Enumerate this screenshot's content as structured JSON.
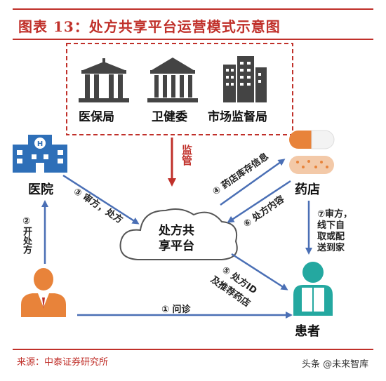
{
  "title": "图表 13：处方共享平台运营模式示意图",
  "source": "来源：中泰证券研究所",
  "watermark": "头条 @未来智库",
  "regulators": [
    {
      "label": "医保局",
      "icon": "government-building-icon"
    },
    {
      "label": "卫健委",
      "icon": "classical-building-icon"
    },
    {
      "label": "市场监督局",
      "icon": "office-tower-icon"
    }
  ],
  "supervise": "监管",
  "hospital": "医院",
  "pharmacy": "药店",
  "patient": "患者",
  "platform": {
    "line1": "处方共",
    "line2": "享平台"
  },
  "flows": {
    "f1": "① 问诊",
    "f2": "②开处方",
    "f3": "③ 审方，处方",
    "f4": "④ 药店库存信息",
    "f5_line1": "⑤ 处方ID",
    "f5_line2": "及推荐药店",
    "f6": "⑥ 处方内容",
    "f7_line1": "⑦审方，",
    "f7_line2": "线下自",
    "f7_line3": "取或配",
    "f7_line4": "送到家"
  },
  "colors": {
    "accent": "#c0302a",
    "arrow": "#4a6fb5",
    "icon": "#2e6fb8",
    "gray": "#444444",
    "orange": "#e8833a"
  }
}
